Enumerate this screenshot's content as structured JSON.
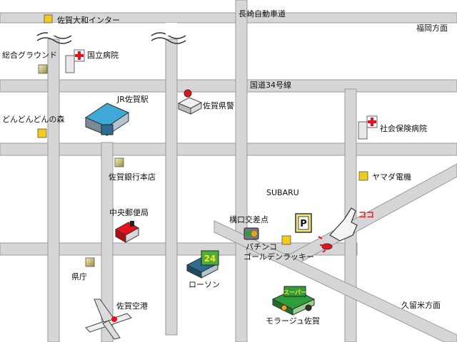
{
  "map": {
    "roads": {
      "expressway": "長崎自動車道",
      "route34": "国道34号線"
    },
    "directions": {
      "fukuoka": "福岡方面",
      "kurume": "久留米方面"
    },
    "places": {
      "saga_yamato_ic": "佐賀大和インター",
      "sogo_ground": "総合グラウンド",
      "national_hospital": "国立病院",
      "jr_saga_station": "JR佐賀駅",
      "saga_police": "佐賀県警",
      "dondon_forest": "どんどんどんの森",
      "social_insurance_hospital": "社会保険病院",
      "saga_bank": "佐賀銀行本店",
      "yamada_denki": "ヤマダ電機",
      "subaru": "SUBARU",
      "kogo_intersection": "構口交差点",
      "post_office": "中央郵便局",
      "pachinko_line1": "パチンコ",
      "pachinko_line2": "ゴールデンラッキー",
      "prefectural_office": "県庁",
      "lawson": "ローソン",
      "saga_airport": "佐賀空港",
      "moraju_saga": "モラージュ佐賀",
      "here": "ココ"
    },
    "icon_texts": {
      "lawson_sign": "24",
      "supermarket_sign": "スーパー",
      "parking_sign": "P"
    },
    "colors": {
      "road_fill": "#d6d6d6",
      "road_edge": "#9a9a9a",
      "marker_yellow": "#f2cc1c",
      "marker_olive": "#b9a95a",
      "here_red": "#e8101a"
    }
  }
}
